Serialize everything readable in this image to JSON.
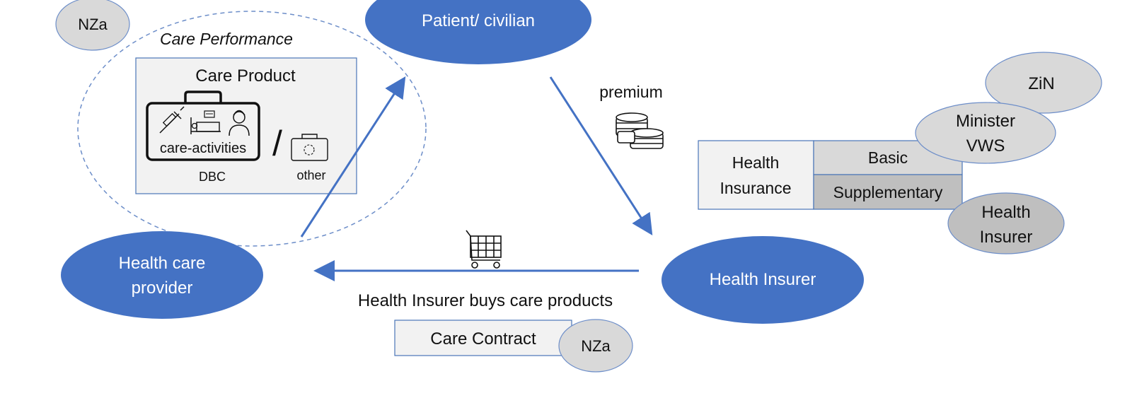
{
  "nodes": {
    "patient": "Patient/ civilian",
    "provider": [
      "Health care",
      "provider"
    ],
    "insurer": "Health Insurer"
  },
  "regulators": {
    "nza_top": "NZa",
    "nza_contract": "NZa",
    "zin": "ZiN",
    "minister": [
      "Minister",
      "VWS"
    ],
    "health_insurer": [
      "Health",
      "Insurer"
    ]
  },
  "care_performance": {
    "title": "Care Performance",
    "product_title": "Care Product",
    "activities": "care-activities",
    "separator": "/",
    "dbc": "DBC",
    "other": "other"
  },
  "flows": {
    "premium": "premium",
    "buys": "Health Insurer buys care products",
    "contract": "Care Contract"
  },
  "insurance": {
    "label": [
      "Health",
      "Insurance"
    ],
    "basic": "Basic",
    "supplementary": "Supplementary"
  },
  "colors": {
    "node_blue": "#4472c4",
    "arrow_blue": "#4472c4",
    "light_gray": "#d9d9d9",
    "mid_gray": "#c7c7c7",
    "box_fill": "#f2f2f2",
    "box_border": "#4a76b8"
  }
}
